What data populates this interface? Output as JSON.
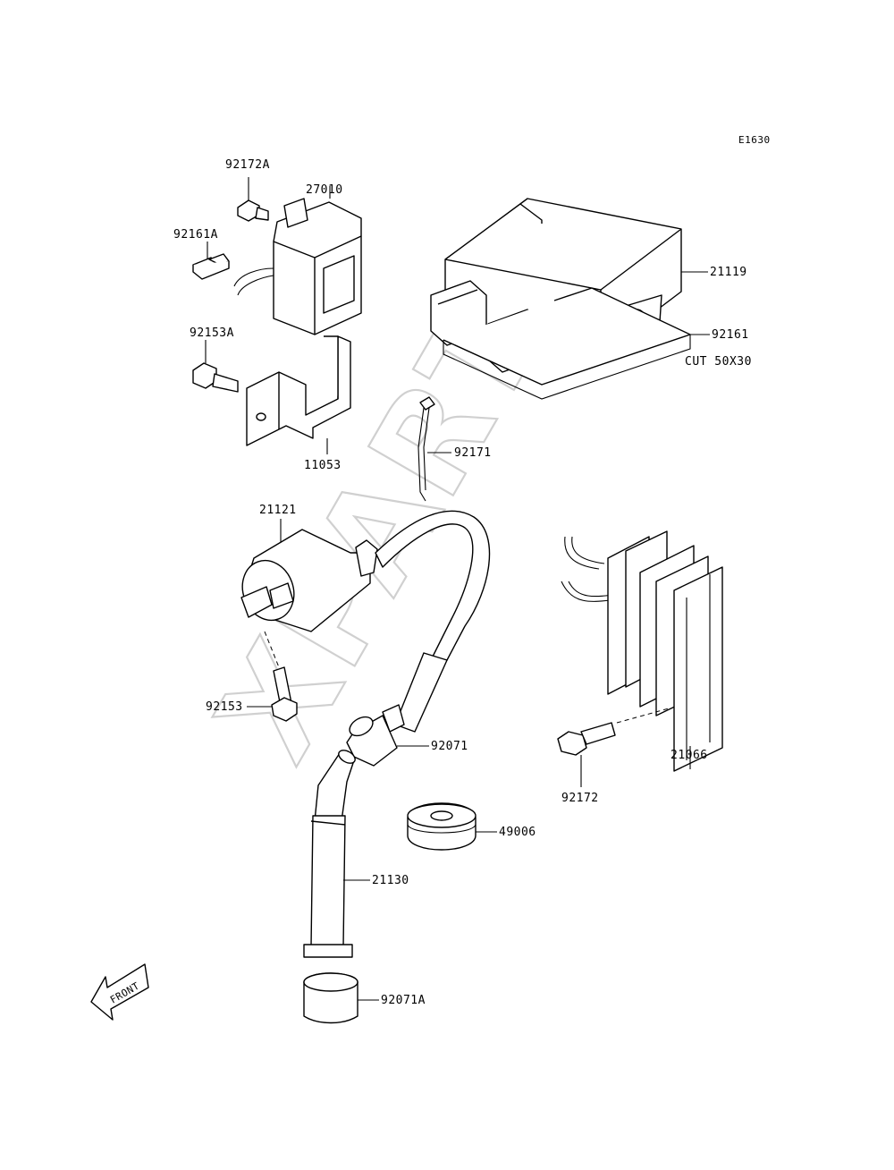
{
  "diagram": {
    "code": "E1630",
    "watermark": "XPARTS",
    "front_label": "FRONT",
    "parts": [
      {
        "id": "p-92172A",
        "number": "92172A"
      },
      {
        "id": "p-27010",
        "number": "27010"
      },
      {
        "id": "p-92161A",
        "number": "92161A"
      },
      {
        "id": "p-92153A",
        "number": "92153A"
      },
      {
        "id": "p-11053",
        "number": "11053"
      },
      {
        "id": "p-21119",
        "number": "21119"
      },
      {
        "id": "p-92161",
        "number": "92161"
      },
      {
        "id": "p-92171",
        "number": "92171"
      },
      {
        "id": "p-21121",
        "number": "21121"
      },
      {
        "id": "p-92153",
        "number": "92153"
      },
      {
        "id": "p-92071",
        "number": "92071"
      },
      {
        "id": "p-21066",
        "number": "21066"
      },
      {
        "id": "p-92172",
        "number": "92172"
      },
      {
        "id": "p-49006",
        "number": "49006"
      },
      {
        "id": "p-21130",
        "number": "21130"
      },
      {
        "id": "p-92071A",
        "number": "92071A"
      }
    ],
    "note": "CUT 50X30"
  }
}
